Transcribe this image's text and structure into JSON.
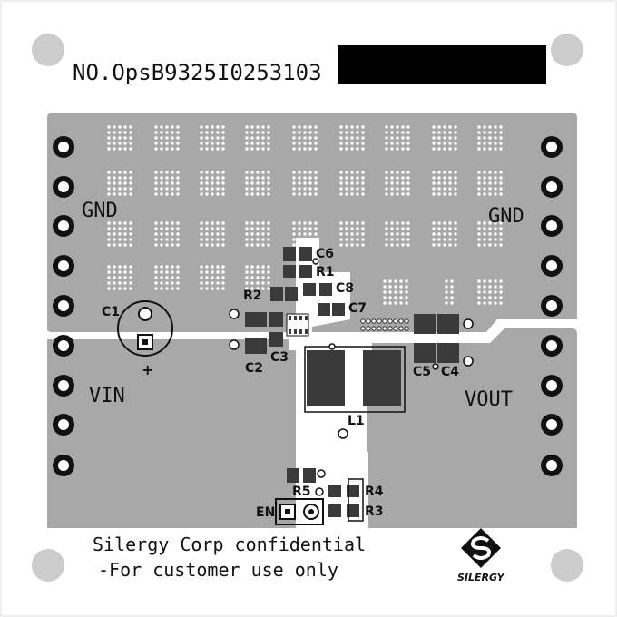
{
  "board": {
    "part_number": "NO.OpsB9325I0253103",
    "confidential_line1": "Silergy Corp confidential",
    "confidential_line2": "-For customer use only",
    "logo_text": "SILERGY"
  },
  "nets": {
    "gnd_left": "GND",
    "gnd_right": "GND",
    "vin": "VIN",
    "vout": "VOUT",
    "en": "EN"
  },
  "components": {
    "c1": "C1",
    "c1_polarity": "+",
    "c2": "C2",
    "c3": "C3",
    "c4": "C4",
    "c5": "C5",
    "c6": "C6",
    "c7": "C7",
    "c8": "C8",
    "r1": "R1",
    "r2": "R2",
    "r3": "R3",
    "r4": "R4",
    "r5": "R5",
    "l1": "L1"
  },
  "colors": {
    "copper": "#a8a8a8",
    "pad": "#3a3a3a",
    "mounting_hole": "#cccccc",
    "silkscreen": "#111111",
    "board": "#ffffff"
  }
}
